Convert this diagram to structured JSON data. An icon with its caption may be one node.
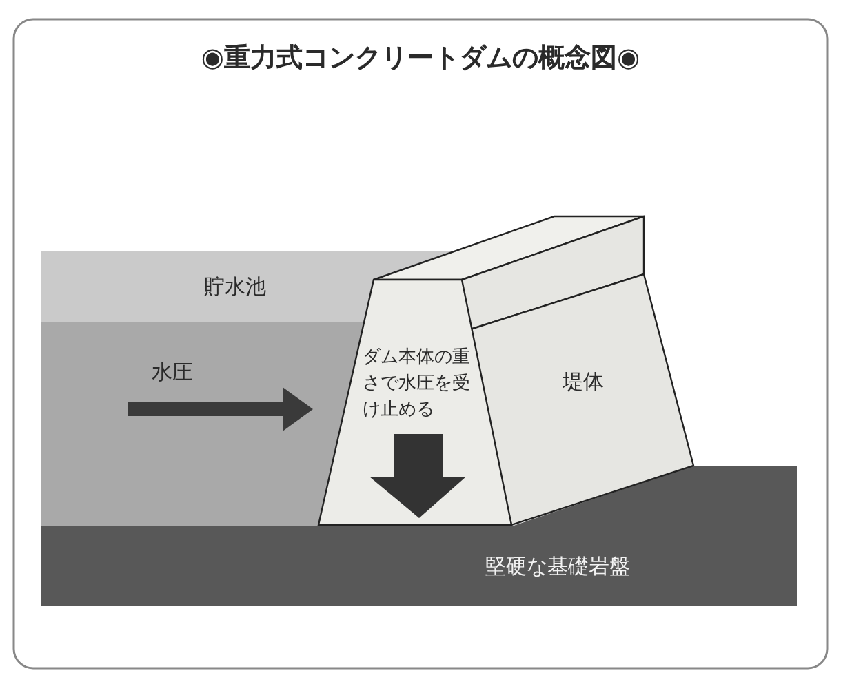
{
  "diagram": {
    "title": "◉重力式コンクリートダムの概念図◉",
    "labels": [
      "貯水池",
      "水圧",
      "ダム本体の重さで水圧を受け止める",
      "堤体",
      "堅硬な基礎岩盤"
    ]
  }
}
